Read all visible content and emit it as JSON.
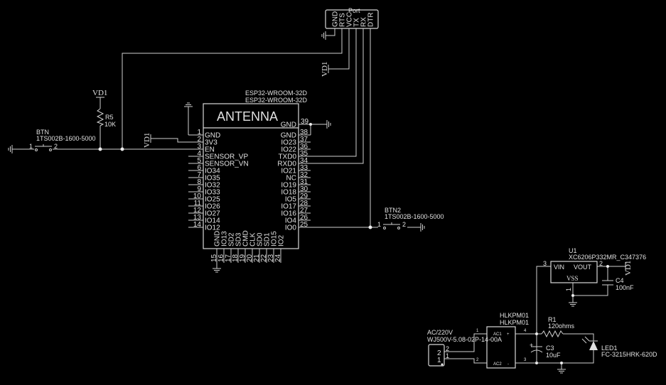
{
  "colors": {
    "background": "#000000",
    "wire": "#d0d0d0",
    "text": "#e0e0e0"
  },
  "esp32": {
    "ref": "ESP32-WROOM-32D",
    "value": "ESP32-WROOM-32D",
    "antenna": "ANTENNA",
    "antenna_pin": {
      "num": "39",
      "name": "GND"
    },
    "left_pins": [
      {
        "num": "1",
        "name": "GND"
      },
      {
        "num": "2",
        "name": "3V3"
      },
      {
        "num": "3",
        "name": "EN"
      },
      {
        "num": "4",
        "name": "SENSOR_VP"
      },
      {
        "num": "5",
        "name": "SENSOR_VN"
      },
      {
        "num": "6",
        "name": "IO34"
      },
      {
        "num": "7",
        "name": "IO35"
      },
      {
        "num": "8",
        "name": "IO32"
      },
      {
        "num": "9",
        "name": "IO33"
      },
      {
        "num": "10",
        "name": "IO25"
      },
      {
        "num": "11",
        "name": "IO26"
      },
      {
        "num": "12",
        "name": "IO27"
      },
      {
        "num": "13",
        "name": "IO14"
      },
      {
        "num": "14",
        "name": "IO12"
      }
    ],
    "right_pins": [
      {
        "num": "38",
        "name": "GND"
      },
      {
        "num": "37",
        "name": "IO23"
      },
      {
        "num": "36",
        "name": "IO22"
      },
      {
        "num": "35",
        "name": "TXD0"
      },
      {
        "num": "34",
        "name": "RXD0"
      },
      {
        "num": "33",
        "name": "IO21"
      },
      {
        "num": "32",
        "name": "NC"
      },
      {
        "num": "31",
        "name": "IO19"
      },
      {
        "num": "30",
        "name": "IO18"
      },
      {
        "num": "29",
        "name": "IO5"
      },
      {
        "num": "28",
        "name": "IO17"
      },
      {
        "num": "27",
        "name": "IO16"
      },
      {
        "num": "26",
        "name": "IO4"
      },
      {
        "num": "25",
        "name": "IO0"
      }
    ],
    "bottom_pins": [
      {
        "num": "15",
        "name": "GND"
      },
      {
        "num": "16",
        "name": "IO13"
      },
      {
        "num": "17",
        "name": "SD2"
      },
      {
        "num": "18",
        "name": "SD3"
      },
      {
        "num": "19",
        "name": "CMD"
      },
      {
        "num": "20",
        "name": "CLK"
      },
      {
        "num": "21",
        "name": "SD0"
      },
      {
        "num": "22",
        "name": "SD1"
      },
      {
        "num": "23",
        "name": "IO15"
      },
      {
        "num": "24",
        "name": "IO2"
      }
    ]
  },
  "port": {
    "title": "Port",
    "pins": [
      "GND",
      "RTS",
      "VCC",
      "TX",
      "RX",
      "DTR"
    ]
  },
  "btn": {
    "ref": "BTN",
    "part": "1TS002B-1600-5000",
    "pin1": "1",
    "pin2": "2"
  },
  "btn2": {
    "ref": "BTN2",
    "part": "1TS002B-1600-5000",
    "pin1": "1",
    "pin2": "2"
  },
  "r5": {
    "ref": "R5",
    "value": "10K"
  },
  "power_labels": {
    "vd1_r5": "VD1",
    "vd1_3v3": "VD1",
    "vd1_port": "VD1",
    "vd1_u1": "VD1"
  },
  "u1": {
    "ref": "U1",
    "part": "XC6206P332MR_C347376",
    "vin": "VIN",
    "vout": "VOUT",
    "vss": "VSS",
    "pin_vin": "3",
    "pin_vout": "2",
    "pin_vss": "1"
  },
  "c4": {
    "ref": "C4",
    "value": "100nF"
  },
  "hlk": {
    "ref": "HLKPM01",
    "value": "HLKPM01",
    "ac1": "AC1",
    "ac2": "AC2",
    "plus": "+",
    "minus": "-",
    "pin1": "1",
    "pin2": "2",
    "pin4": "4",
    "pin3": "3"
  },
  "r1": {
    "ref": "R1",
    "value": "120ohms"
  },
  "c3": {
    "ref": "C3",
    "value": "10uF",
    "polarity": "+"
  },
  "led1": {
    "ref": "LED1",
    "part": "FC-3215HRK-620D"
  },
  "connector": {
    "ref": "AC/220V",
    "part": "WJ500V-5.08-02P-14-00A",
    "inner_pin2": "2",
    "inner_pin1": "1",
    "outer_pin2": "2",
    "outer_pin1": "1"
  }
}
